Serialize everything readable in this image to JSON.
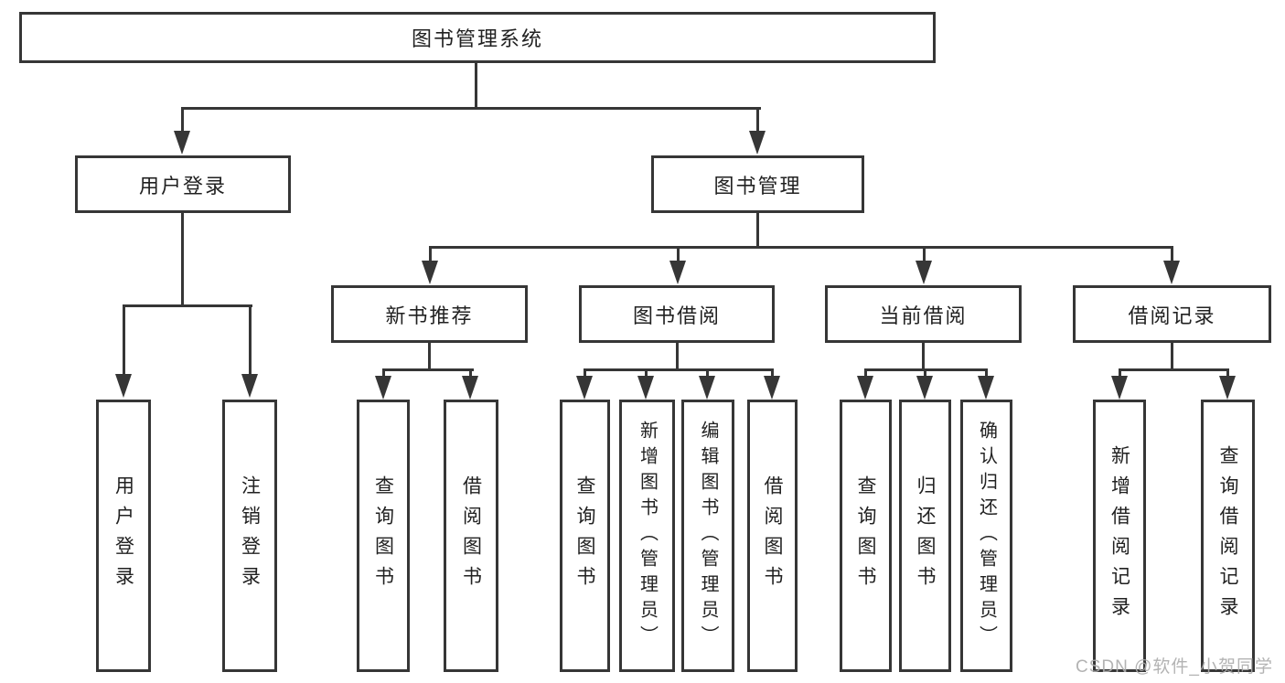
{
  "tree": {
    "label": "图书管理系统",
    "children": [
      {
        "label": "用户登录",
        "children": [
          {
            "label": "用户登录"
          },
          {
            "label": "注销登录"
          }
        ]
      },
      {
        "label": "图书管理",
        "children": [
          {
            "label": "新书推荐",
            "children": [
              {
                "label": "查询图书"
              },
              {
                "label": "借阅图书"
              }
            ]
          },
          {
            "label": "图书借阅",
            "children": [
              {
                "label": "查询图书"
              },
              {
                "label": "新增图书（管理员）"
              },
              {
                "label": "编辑图书（管理员）"
              },
              {
                "label": "借阅图书"
              }
            ]
          },
          {
            "label": "当前借阅",
            "children": [
              {
                "label": "查询图书"
              },
              {
                "label": "归还图书"
              },
              {
                "label": "确认归还（管理员）"
              }
            ]
          },
          {
            "label": "借阅记录",
            "children": [
              {
                "label": "新增借阅记录"
              },
              {
                "label": "查询借阅记录"
              }
            ]
          }
        ]
      }
    ]
  },
  "watermark": "CSDN @软件_小贺同学",
  "colors": {
    "line": "#363636",
    "text": "#212121",
    "background": "#ffffff",
    "watermark": "#acacac"
  }
}
